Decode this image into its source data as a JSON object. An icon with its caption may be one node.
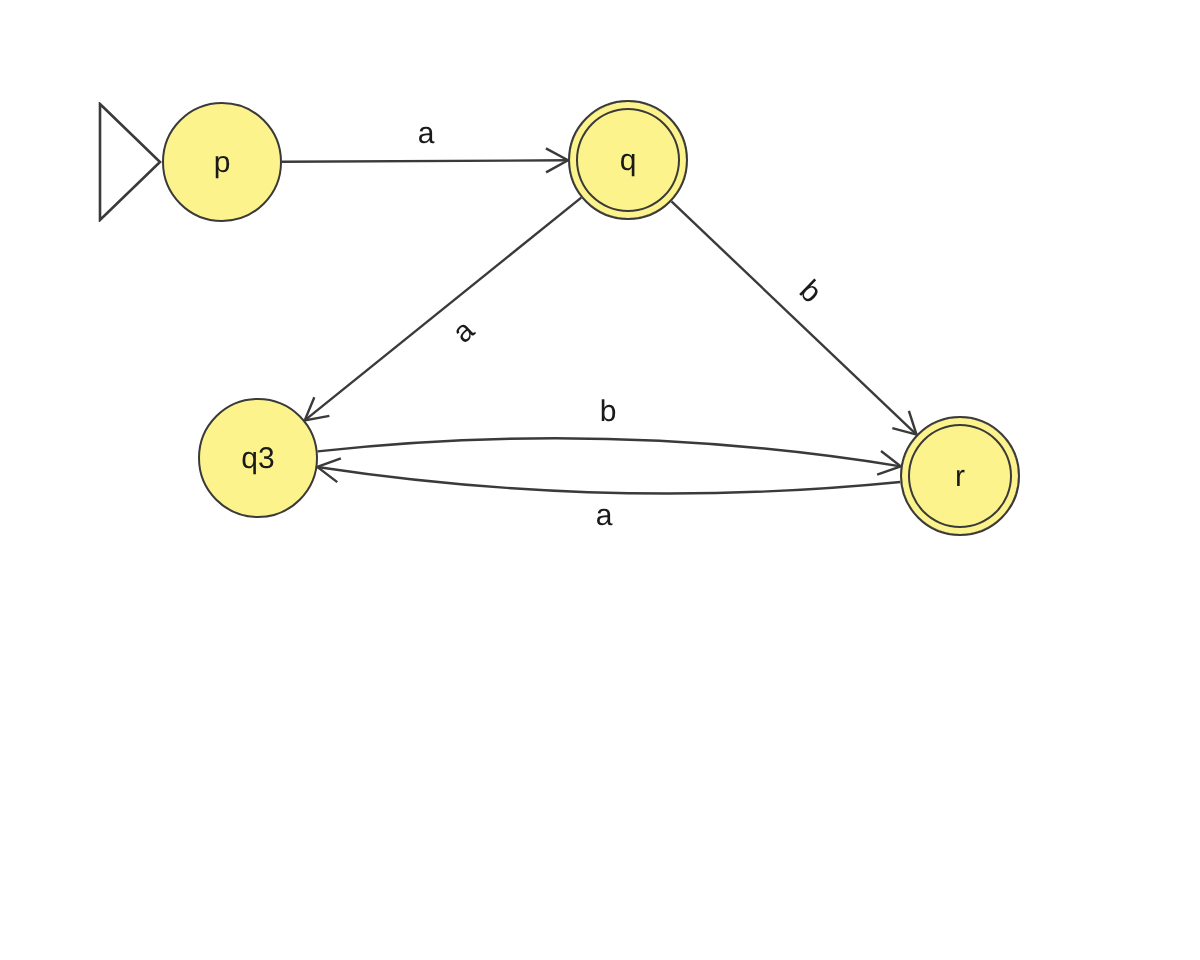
{
  "diagram": {
    "nodes": [
      {
        "text": [
          "p"
        ]
      },
      {
        "text": [
          "q"
        ]
      },
      {
        "text": [
          "q3"
        ]
      },
      {
        "text": [
          "r"
        ]
      }
    ],
    "edges": [
      {
        "from": 0,
        "to": 1,
        "arrow": "to",
        "label": "a"
      },
      {
        "from": 1,
        "to": 2,
        "arrow": "to",
        "label": "a"
      },
      {
        "from": 1,
        "to": 3,
        "arrow": "to",
        "label": "b"
      },
      {
        "from": 2,
        "to": 3,
        "arrow": "to",
        "label": "b"
      },
      {
        "from": 3,
        "to": 2,
        "arrow": "to",
        "label": "a"
      }
    ]
  }
}
